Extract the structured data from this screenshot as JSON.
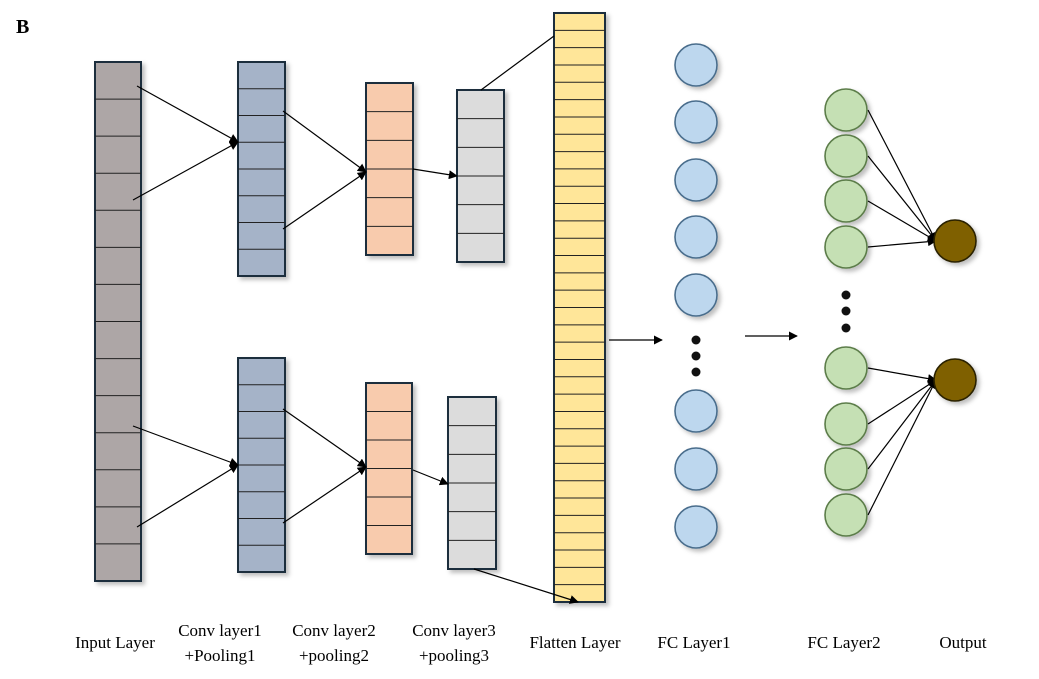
{
  "panel_label": "B",
  "layer_labels": {
    "input": "Input Layer",
    "conv1_line1": "Conv layer1",
    "conv1_line2": "+Pooling1",
    "conv2_line1": "Conv layer2",
    "conv2_line2": "+pooling2",
    "conv3_line1": "Conv layer3",
    "conv3_line2": "+pooling3",
    "flatten": "Flatten Layer",
    "fc1": "FC Layer1",
    "fc2": "FC Layer2",
    "output": "Output"
  },
  "colors": {
    "input": "#ada6a6",
    "conv1": "#a5b3c8",
    "conv2": "#f8cbad",
    "conv3": "#dcdcdc",
    "flatten": "#ffe699",
    "fc1": "#bdd7ee",
    "fc2": "#c5e0b4",
    "output": "#7f6000",
    "outline": "#1f2d3d"
  }
}
